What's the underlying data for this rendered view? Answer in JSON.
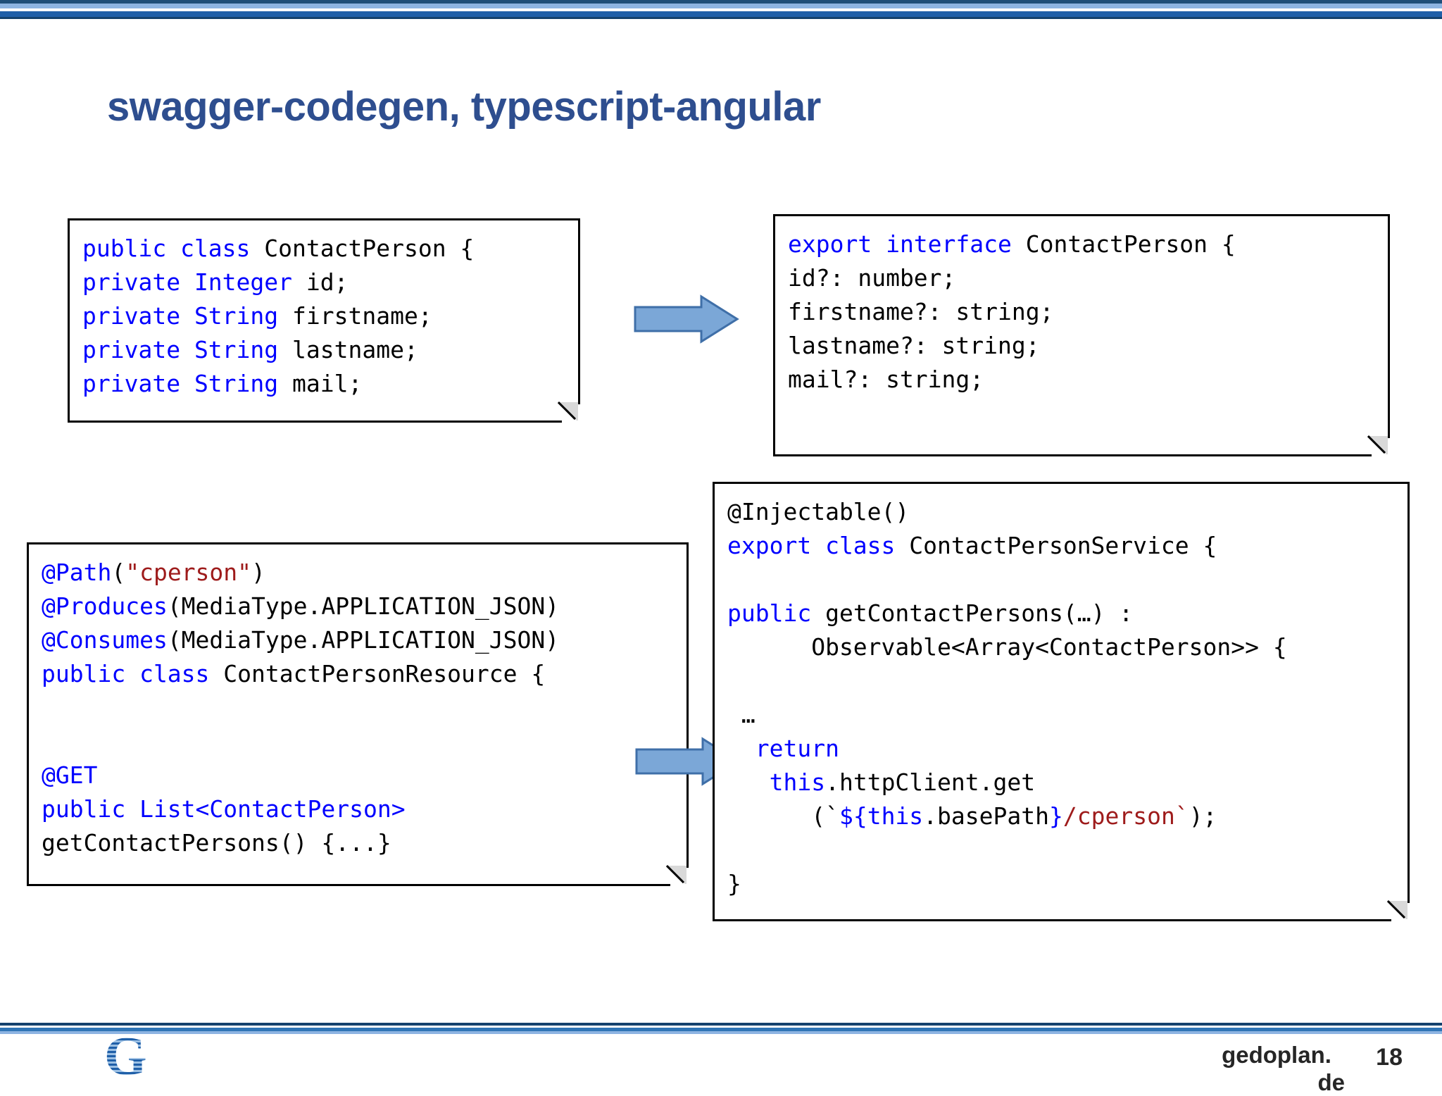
{
  "slide": {
    "title": "swagger-codegen, typescript-angular",
    "page_number": "18",
    "title_color": "#2e4e8f"
  },
  "colors": {
    "keyword": "#0000ff",
    "string": "#9e1b1b",
    "text": "#000000",
    "arrow_fill": "#7ba7d7",
    "arrow_stroke": "#3f6fa8",
    "band_dark": "#14416d",
    "band_mid": "#1f5fa8",
    "band_light": "#8db4e2"
  },
  "boxes": {
    "java_model": {
      "name": "java-model-code",
      "lines": [
        [
          {
            "t": "public class ",
            "c": "kw"
          },
          {
            "t": "ContactPerson {",
            "c": "blk"
          }
        ],
        [
          {
            "t": "private Integer ",
            "c": "kw"
          },
          {
            "t": "id;",
            "c": "blk"
          }
        ],
        [
          {
            "t": "private String ",
            "c": "kw"
          },
          {
            "t": "firstname;",
            "c": "blk"
          }
        ],
        [
          {
            "t": "private String ",
            "c": "kw"
          },
          {
            "t": "lastname;",
            "c": "blk"
          }
        ],
        [
          {
            "t": "private String ",
            "c": "kw"
          },
          {
            "t": "mail;",
            "c": "blk"
          }
        ]
      ]
    },
    "ts_interface": {
      "name": "typescript-interface-code",
      "lines": [
        [
          {
            "t": "export interface ",
            "c": "kw"
          },
          {
            "t": "ContactPerson {",
            "c": "blk"
          }
        ],
        [
          {
            "t": "id?: number;",
            "c": "blk"
          }
        ],
        [
          {
            "t": "firstname?: string;",
            "c": "blk"
          }
        ],
        [
          {
            "t": "lastname?: string;",
            "c": "blk"
          }
        ],
        [
          {
            "t": "mail?: string;",
            "c": "blk"
          }
        ]
      ]
    },
    "jaxrs_resource": {
      "name": "jaxrs-resource-code",
      "lines": [
        [
          {
            "t": "@Path",
            "c": "kw"
          },
          {
            "t": "(",
            "c": "blk"
          },
          {
            "t": "\"cperson\"",
            "c": "str"
          },
          {
            "t": ")",
            "c": "blk"
          }
        ],
        [
          {
            "t": "@Produces",
            "c": "kw"
          },
          {
            "t": "(MediaType.APPLICATION_JSON)",
            "c": "blk"
          }
        ],
        [
          {
            "t": "@Consumes",
            "c": "kw"
          },
          {
            "t": "(MediaType.APPLICATION_JSON)",
            "c": "blk"
          }
        ],
        [
          {
            "t": "public class ",
            "c": "kw"
          },
          {
            "t": "ContactPersonResource {",
            "c": "blk"
          }
        ],
        [
          {
            "t": " ",
            "c": "blk"
          }
        ],
        [
          {
            "t": " ",
            "c": "blk"
          }
        ],
        [
          {
            "t": "@GET",
            "c": "kw"
          }
        ],
        [
          {
            "t": "public List<ContactPerson>",
            "c": "kw"
          }
        ],
        [
          {
            "t": "getContactPersons() {...}",
            "c": "blk"
          }
        ]
      ]
    },
    "angular_service": {
      "name": "angular-service-code",
      "lines": [
        [
          {
            "t": "@Injectable()",
            "c": "blk"
          }
        ],
        [
          {
            "t": "export class ",
            "c": "kw"
          },
          {
            "t": "ContactPersonService {",
            "c": "blk"
          }
        ],
        [
          {
            "t": " ",
            "c": "blk"
          }
        ],
        [
          {
            "t": "public ",
            "c": "kw"
          },
          {
            "t": "getContactPersons(…) :",
            "c": "blk"
          }
        ],
        [
          {
            "t": "      Observable<Array<ContactPerson>> {",
            "c": "blk"
          }
        ],
        [
          {
            "t": " ",
            "c": "blk"
          }
        ],
        [
          {
            "t": " …",
            "c": "blk"
          }
        ],
        [
          {
            "t": "  return",
            "c": "kw"
          }
        ],
        [
          {
            "t": "   ",
            "c": "blk"
          },
          {
            "t": "this",
            "c": "kw"
          },
          {
            "t": ".httpClient.get",
            "c": "blk"
          }
        ],
        [
          {
            "t": "      (`",
            "c": "blk"
          },
          {
            "t": "${",
            "c": "kw"
          },
          {
            "t": "this",
            "c": "kw"
          },
          {
            "t": ".basePath",
            "c": "blk"
          },
          {
            "t": "}",
            "c": "kw"
          },
          {
            "t": "/cperson`",
            "c": "str"
          },
          {
            "t": ");",
            "c": "blk"
          }
        ],
        [
          {
            "t": " ",
            "c": "blk"
          }
        ],
        [
          {
            "t": "}",
            "c": "blk"
          }
        ]
      ]
    }
  },
  "arrows": [
    {
      "name": "arrow-model-transform",
      "direction": "right"
    },
    {
      "name": "arrow-service-transform",
      "direction": "right"
    }
  ],
  "footer": {
    "brand_line1": "gedoplan.",
    "brand_line2": "de",
    "logo_letter": "G"
  }
}
